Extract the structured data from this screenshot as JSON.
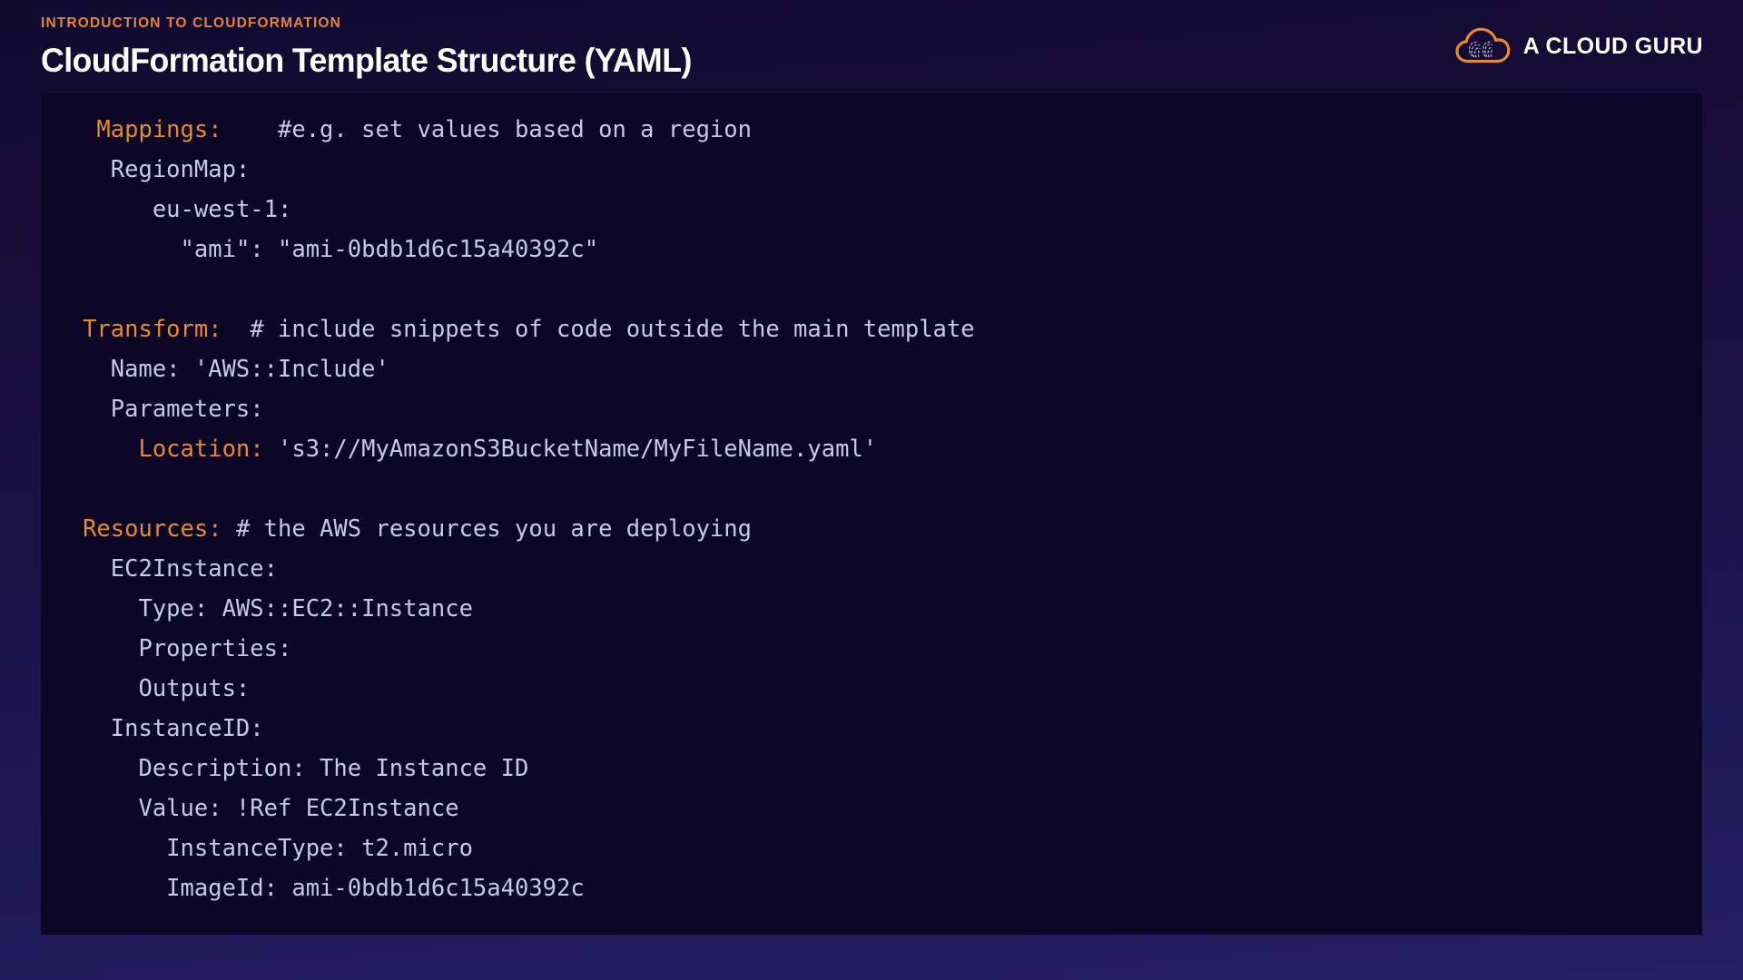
{
  "header": {
    "eyebrow": "INTRODUCTION TO CLOUDFORMATION",
    "title": "CloudFormation Template Structure (YAML)"
  },
  "brand": {
    "name": "A CLOUD GURU",
    "logo_icon": "cloud-icon",
    "logo_color": "#e8882f"
  },
  "colors": {
    "accent_orange": "#e8882f",
    "eyebrow_orange": "#e4823c",
    "code_text": "#c6c9e6",
    "code_panel_bg": "#0c0726",
    "slide_bg_top": "#120b30",
    "slide_bg_bottom": "#271e62"
  },
  "code": {
    "language": "yaml",
    "lines": [
      {
        "indent": "    ",
        "key": "Mappings:",
        "rest": "    #e.g. set values based on a region"
      },
      {
        "indent": "     ",
        "key": "",
        "rest": "RegionMap:"
      },
      {
        "indent": "        ",
        "key": "",
        "rest": "eu-west-1:"
      },
      {
        "indent": "          ",
        "key": "",
        "rest": "\"ami\": \"ami-0bdb1d6c15a40392c\""
      },
      {
        "indent": "",
        "key": "",
        "rest": ""
      },
      {
        "indent": "   ",
        "key": "Transform:",
        "rest": "  # include snippets of code outside the main template"
      },
      {
        "indent": "     ",
        "key": "",
        "rest": "Name: 'AWS::Include'"
      },
      {
        "indent": "     ",
        "key": "",
        "rest": "Parameters:"
      },
      {
        "indent": "       ",
        "key": "Location:",
        "rest": " 's3://MyAmazonS3BucketName/MyFileName.yaml'"
      },
      {
        "indent": "",
        "key": "",
        "rest": ""
      },
      {
        "indent": "   ",
        "key": "Resources:",
        "rest": " # the AWS resources you are deploying"
      },
      {
        "indent": "     ",
        "key": "",
        "rest": "EC2Instance:"
      },
      {
        "indent": "       ",
        "key": "",
        "rest": "Type: AWS::EC2::Instance"
      },
      {
        "indent": "       ",
        "key": "",
        "rest": "Properties:"
      },
      {
        "indent": "       ",
        "key": "",
        "rest": "Outputs:"
      },
      {
        "indent": "     ",
        "key": "",
        "rest": "InstanceID:"
      },
      {
        "indent": "       ",
        "key": "",
        "rest": "Description: The Instance ID"
      },
      {
        "indent": "       ",
        "key": "",
        "rest": "Value: !Ref EC2Instance"
      },
      {
        "indent": "         ",
        "key": "",
        "rest": "InstanceType: t2.micro"
      },
      {
        "indent": "         ",
        "key": "",
        "rest": "ImageId: ami-0bdb1d6c15a40392c"
      }
    ]
  }
}
